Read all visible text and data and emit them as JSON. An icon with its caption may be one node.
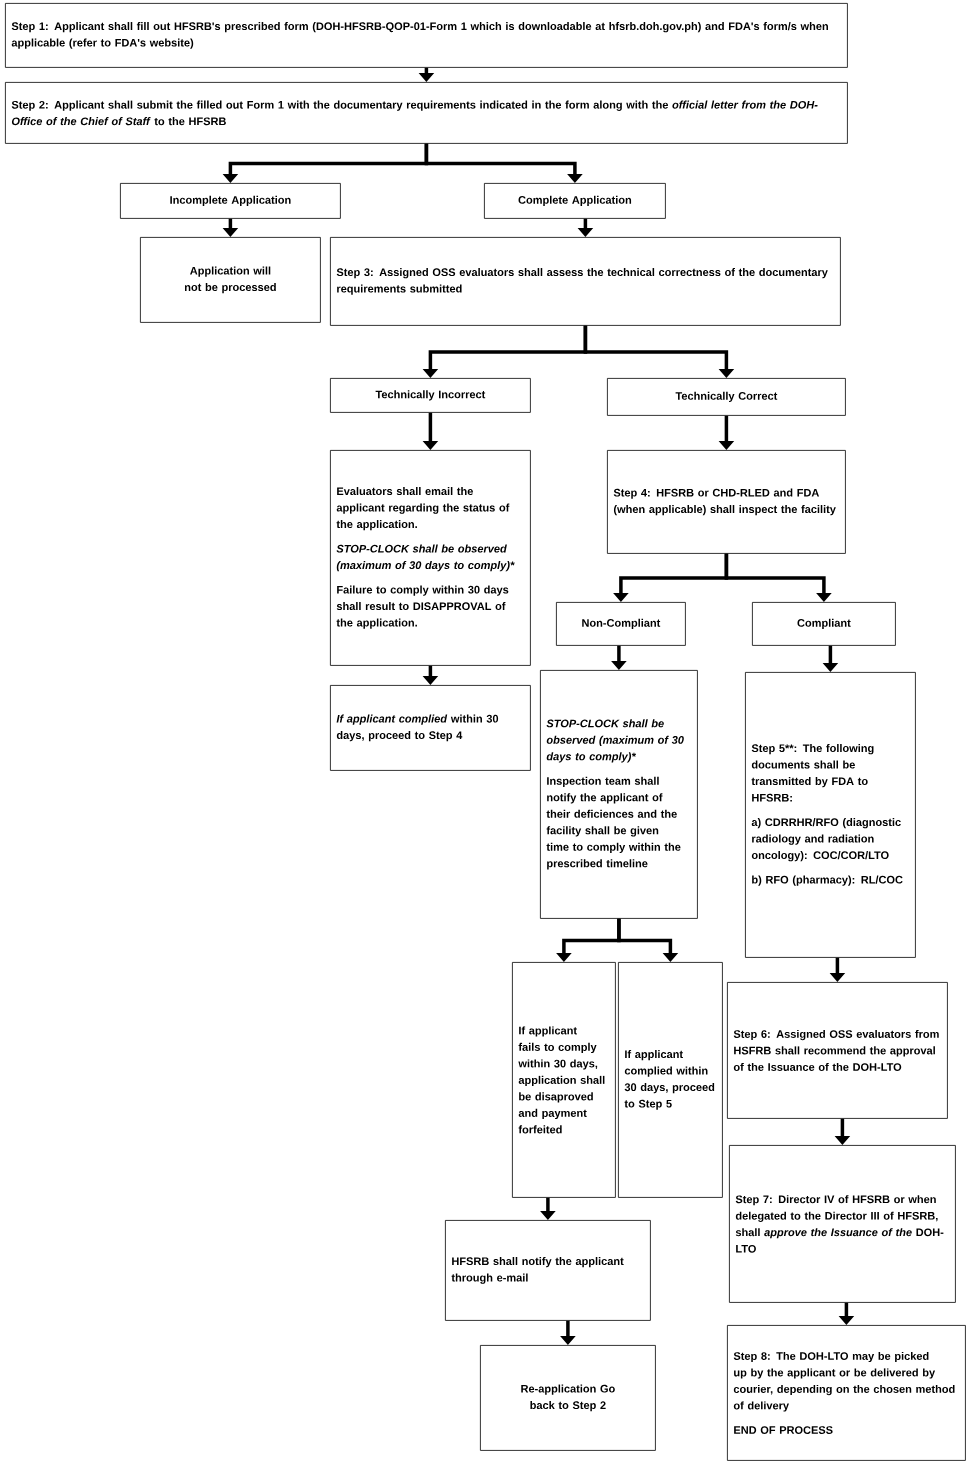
{
  "diagram": {
    "nodes": [
      {
        "text": [
          "Step 1: Applicant shall fill out HFSRB's prescribed form (DOH-HFSRB-QOP-01-Form 1 which is downloadable at hfsrb.doh.gov.ph) and FDA's form/s when applicable (refer to FDA's website)"
        ]
      },
      {
        "text": [
          "Step 2: Applicant shall submit the filled out Form 1 with the documentary requirements indicated in the form along with the *official letter from the DOH-Office of the Chief of Staff* to the HFSRB"
        ]
      },
      {
        "text": [
          "Incomplete Application"
        ]
      },
      {
        "text": [
          "Complete Application"
        ]
      },
      {
        "text": [
          "Application will not be processed"
        ]
      },
      {
        "text": [
          "Step 3: Assigned OSS evaluators shall assess the technical correctness of the documentary requirements submitted"
        ]
      },
      {
        "text": [
          "Technically Incorrect"
        ]
      },
      {
        "text": [
          "Technically Correct"
        ]
      },
      {
        "text": [
          "Evaluators shall email the applicant regarding the status of the application.",
          "STOP-CLOCK shall be observed (maximum of 30 days to comply)*",
          "Failure to comply within 30 days shall result to DISAPPROVAL of the application."
        ]
      },
      {
        "text": [
          "Step 4: HFSRB or CHD-RLED and FDA (when applicable) shall inspect the facility"
        ]
      },
      {
        "text": [
          "*If applicant complied* within 30 days, proceed to Step 4"
        ]
      },
      {
        "text": [
          "Non-Compliant"
        ]
      },
      {
        "text": [
          "Compliant"
        ]
      },
      {
        "text": [
          "STOP-CLOCK shall be observed (maximum of 30 days to comply)*",
          "Inspection team shall notify the applicant of their deficiences and the facility shall be given time to comply within the prescribed timeline"
        ]
      },
      {
        "text": [
          "Step 5**: The following documents shall be transmitted by FDA to HFSRB:",
          "a) CDRRHR/RFO (diagnostic radiology and radiation oncology): COC/COR/LTO",
          "b) RFO (pharmacy): RL/COC"
        ]
      },
      {
        "text": [
          "If applicant fails to comply within 30 days, application shall be disaproved and payment forfeited"
        ]
      },
      {
        "text": [
          "If applicant complied within 30 days, proceed to Step 5"
        ]
      },
      {
        "text": [
          "Step 6: Assigned OSS evaluators from HSFRB shall recommend the approval of the Issuance of the DOH-LTO"
        ]
      },
      {
        "text": [
          "HFSRB shall notify the applicant through e-mail"
        ]
      },
      {
        "text": [
          "Step 7: Director IV of HFSRB or when delegated to the Director III of HFSRB, shall *approve the Issuance of the* DOH-LTO"
        ]
      },
      {
        "text": [
          "Re-application Go back to Step 2"
        ]
      },
      {
        "text": [
          "Step 8: The DOH-LTO may be picked up by the applicant or be delivered by courier, depending on the chosen method of delivery",
          "END OF PROCESS"
        ]
      }
    ],
    "edges": [
      {
        "from": 0,
        "to": 1,
        "arrow": "to"
      },
      {
        "from": 1,
        "to": 2,
        "arrow": "to"
      },
      {
        "from": 1,
        "to": 3,
        "arrow": "to"
      },
      {
        "from": 2,
        "to": 4,
        "arrow": "to"
      },
      {
        "from": 3,
        "to": 5,
        "arrow": "to"
      },
      {
        "from": 5,
        "to": 6,
        "arrow": "to"
      },
      {
        "from": 5,
        "to": 7,
        "arrow": "to"
      },
      {
        "from": 6,
        "to": 8,
        "arrow": "to"
      },
      {
        "from": 7,
        "to": 9,
        "arrow": "to"
      },
      {
        "from": 8,
        "to": 10,
        "arrow": "to"
      },
      {
        "from": 9,
        "to": 11,
        "arrow": "to"
      },
      {
        "from": 9,
        "to": 12,
        "arrow": "to"
      },
      {
        "from": 11,
        "to": 13,
        "arrow": "to"
      },
      {
        "from": 12,
        "to": 14,
        "arrow": "to"
      },
      {
        "from": 13,
        "to": 15,
        "arrow": "to"
      },
      {
        "from": 13,
        "to": 16,
        "arrow": "to"
      },
      {
        "from": 14,
        "to": 17,
        "arrow": "to"
      },
      {
        "from": 15,
        "to": 18,
        "arrow": "to"
      },
      {
        "from": 17,
        "to": 19,
        "arrow": "to"
      },
      {
        "from": 18,
        "to": 20,
        "arrow": "to"
      },
      {
        "from": 19,
        "to": 21,
        "arrow": "to"
      }
    ]
  }
}
